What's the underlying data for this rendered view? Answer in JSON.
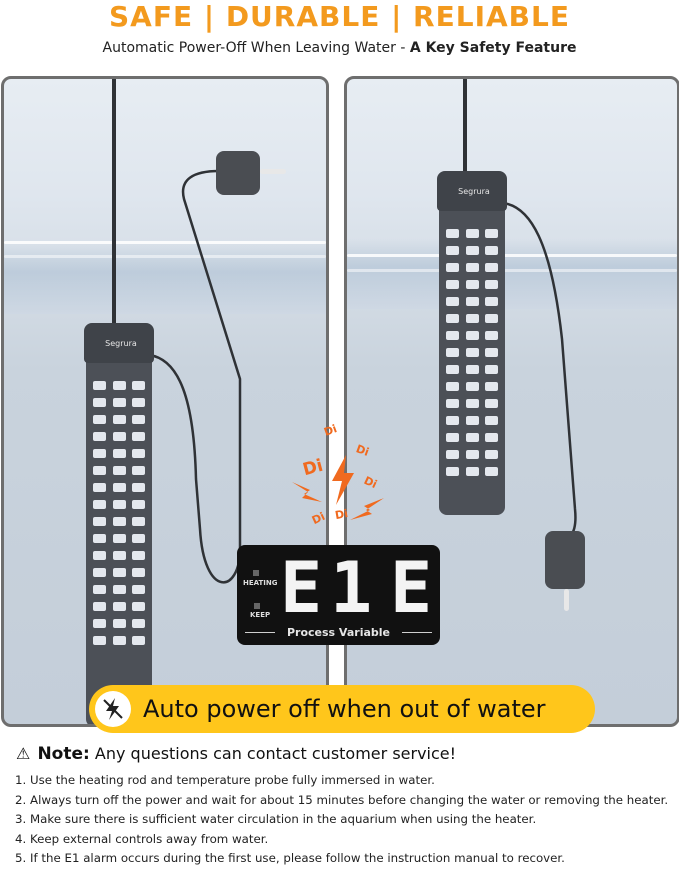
{
  "header": {
    "title": "SAFE | DURABLE | RELIABLE",
    "subtitle_prefix": "Automatic Power-Off When Leaving Water - ",
    "subtitle_bold": "A Key Safety Feature"
  },
  "heater": {
    "brand": "Segrura"
  },
  "display": {
    "heating_label": "HEATING",
    "keep_label": "KEEP",
    "digits": [
      "E",
      "1",
      "E"
    ],
    "caption": "Process Variable"
  },
  "alarm": {
    "sound": "Di"
  },
  "banner": {
    "text": "Auto power off when out of water",
    "icon": "power-off-bolt-icon"
  },
  "note": {
    "label": "Note:",
    "intro": "Any questions can contact customer service!",
    "icon": "warning-icon",
    "items": [
      "1. Use the heating rod and temperature probe fully immersed in water.",
      "2. Always turn off the power and wait for about 15 minutes before changing the water or removing the heater.",
      "3. Make sure there is sufficient water circulation in the aquarium when using the heater.",
      "4. Keep external controls away from water.",
      "5. If the E1 alarm occurs during the first use, please follow the instruction manual to recover."
    ]
  },
  "colors": {
    "accent": "#F39A1E",
    "banner": "#FFC61B",
    "alarm": "#F06A1F"
  }
}
